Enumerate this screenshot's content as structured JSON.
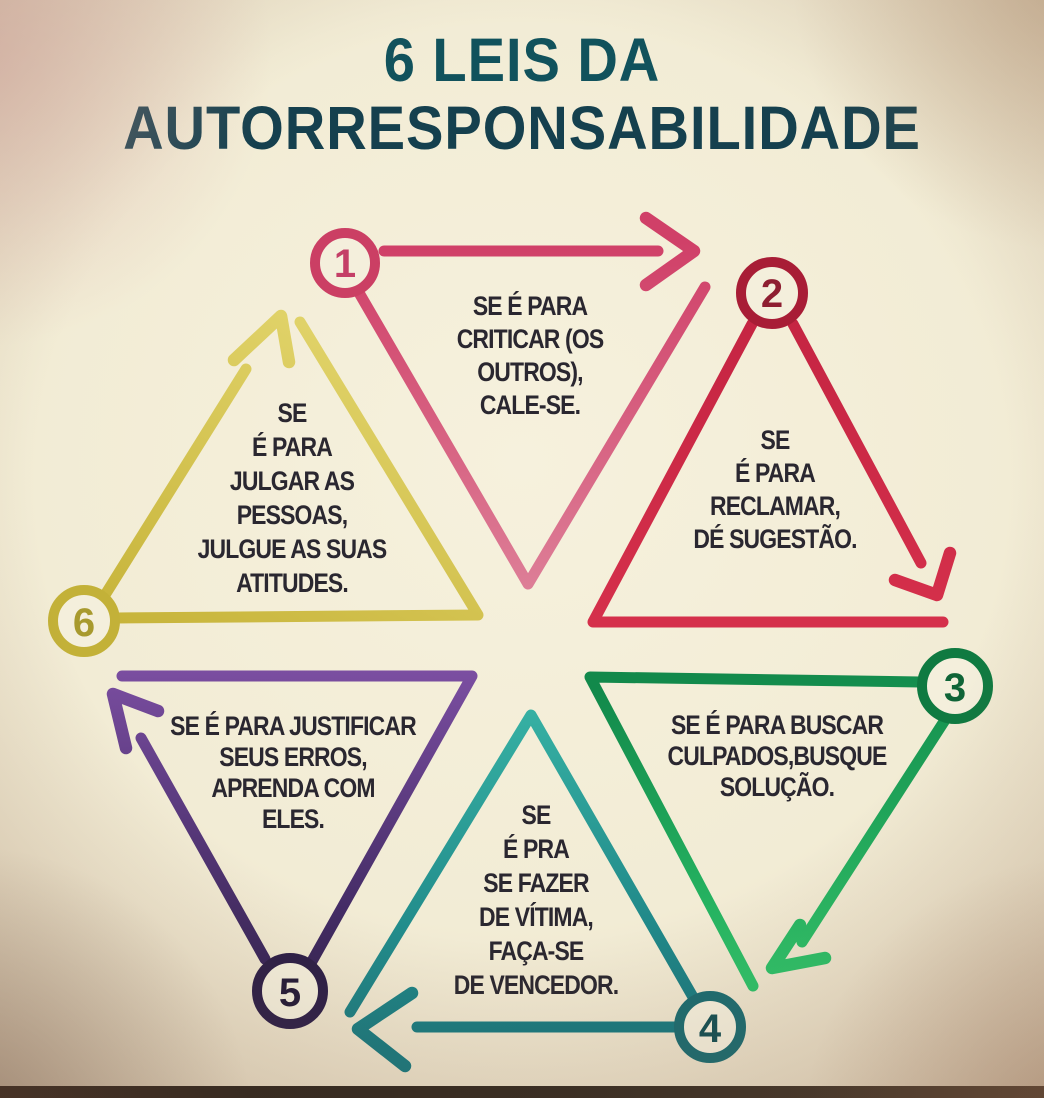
{
  "title": {
    "line1": "6 LEIS DA",
    "line2": "AUTORRESPONSABILIDADE",
    "color_line1": "#11525c",
    "color_line2": "#15404e"
  },
  "canvas": {
    "background": "#f2ecd5",
    "vignette_edge": "#7d583e",
    "bottom_bar": "#1c1410",
    "body_text_color": "#2a2730"
  },
  "laws": [
    {
      "number": "1",
      "text": "SE É PARA\nCRITICAR (OS\nOUTROS),\nCALE-SE.",
      "color_a": "#d04068",
      "color_b": "#dd7e97",
      "ring": "#cb3f64",
      "number_color": "#c43f67"
    },
    {
      "number": "2",
      "text": "SE\nÉ PARA\nRECLAMAR,\nDÉ SUGESTÃO.",
      "color_a": "#c42442",
      "color_b": "#d5304b",
      "ring": "#a81d36",
      "number_color": "#8e1e31"
    },
    {
      "number": "3",
      "text": "SE É PARA BUSCAR\nCULPADOS,BUSQUE\nSOLUÇÃO.",
      "color_a": "#12894b",
      "color_b": "#2cc168",
      "ring": "#0f7a41",
      "number_color": "#0f6437"
    },
    {
      "number": "4",
      "text": "SE\nÉ PRA\nSE FAZER\nDE VÍTIMA,\nFAÇA-SE\nDE VENCEDOR.",
      "color_a": "#36b0a3",
      "color_b": "#17787e",
      "ring": "#1a6b70",
      "number_color": "#134f54"
    },
    {
      "number": "5",
      "text": "SE É PARA JUSTIFICAR\nSEUS ERROS,\nAPRENDA COM\nELES.",
      "color_a": "#7b4ea1",
      "color_b": "#302050",
      "ring": "#2c1e47",
      "number_color": "#231a38"
    },
    {
      "number": "6",
      "text": "SE\nÉ PARA\nJULGAR AS\nPESSOAS,\nJULGUE AS SUAS\nATITUDES.",
      "color_a": "#e0d268",
      "color_b": "#c7b43a",
      "ring": "#c3b138",
      "number_color": "#a89a2e"
    }
  ]
}
